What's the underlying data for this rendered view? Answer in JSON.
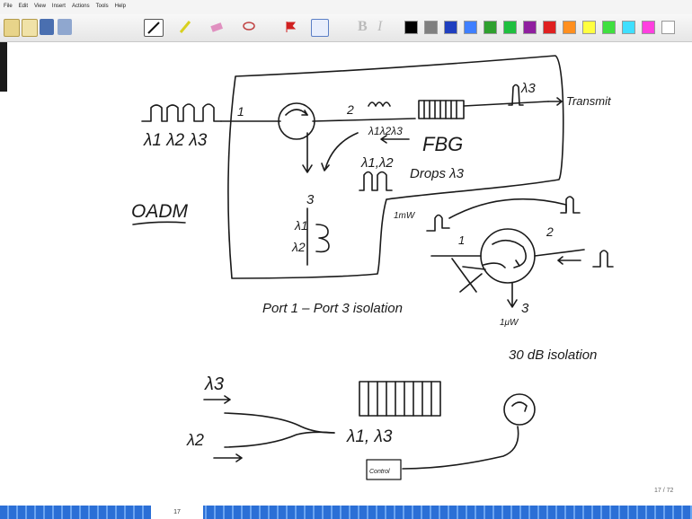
{
  "menu": [
    "File",
    "Edit",
    "View",
    "Insert",
    "Actions",
    "Tools",
    "Help"
  ],
  "toolbar": {
    "bold_label": "B",
    "italic_label": "I",
    "colors": [
      "#000000",
      "#7f7f7f",
      "#1f3fbf",
      "#3f7fff",
      "#2fa02f",
      "#1fbf3f",
      "#8f1f9f",
      "#df2020",
      "#ff8f1f",
      "#ffff40",
      "#3fdf3f",
      "#3fdfff",
      "#ff3fdf",
      "#ffffff"
    ]
  },
  "page": {
    "number": "17",
    "indicator": "17 / 72"
  },
  "notes": {
    "input_wl": "λ1 λ2  λ3",
    "port1": "1",
    "port2": "2",
    "port3": "3",
    "wl_after_port2": "λ1λ2λ3",
    "fbg": "FBG",
    "transmit_wl": "λ3",
    "transmit": "Transmit",
    "reflected_wl": "λ1,λ2",
    "drops": "Drops λ3",
    "drop_wl1": "λ1",
    "drop_wl2": "λ2",
    "oadm": "OADM",
    "power_in": "1mW",
    "c2_port1": "1",
    "c2_port2": "2",
    "c2_port3": "3",
    "power_out": "1μW",
    "isolation_text": "Port 1 – Port 3 isolation",
    "isolation_db": "30 dB isolation",
    "bottom_wl3": "λ3",
    "bottom_wl2": "λ2",
    "bottom_out": "λ1,  λ3",
    "box_label": "Control"
  }
}
